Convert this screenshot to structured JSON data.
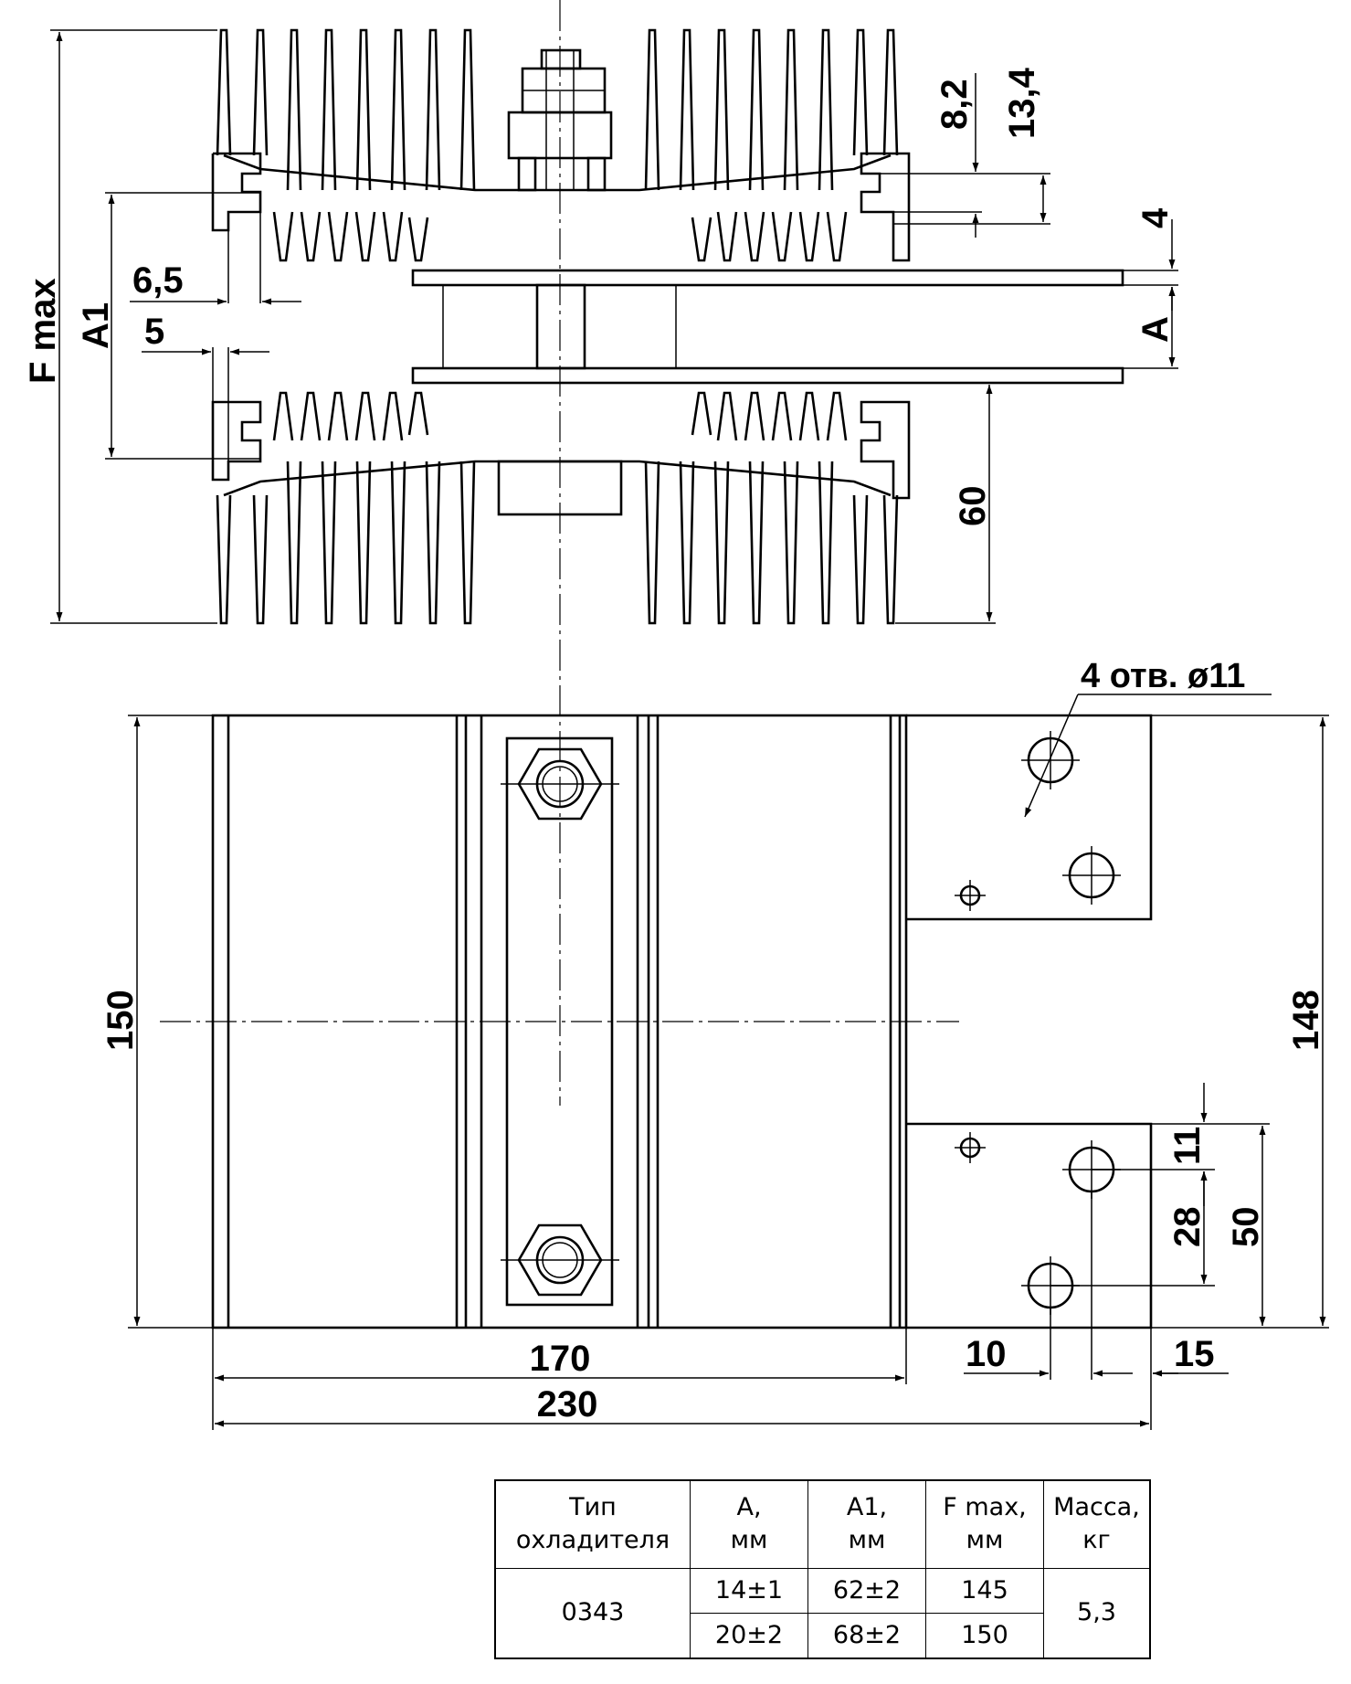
{
  "drawing": {
    "labels": {
      "fmax": "F max",
      "a1": "A1",
      "a": "A",
      "hole_note": "4 отв. ø11"
    },
    "dimensions": {
      "d_6_5": "6,5",
      "d_5": "5",
      "d_8_2": "8,2",
      "d_13_4": "13,4",
      "d_4": "4",
      "d_60": "60",
      "d_150": "150",
      "d_148": "148",
      "d_11": "11",
      "d_28": "28",
      "d_50": "50",
      "d_170": "170",
      "d_230": "230",
      "d_10": "10",
      "d_15": "15"
    }
  },
  "table": {
    "headers": [
      [
        "Тип",
        "охладителя"
      ],
      [
        "А,",
        "мм"
      ],
      [
        "А1,",
        "мм"
      ],
      [
        "F max,",
        "мм"
      ],
      [
        "Масса,",
        "кг"
      ]
    ],
    "rows": {
      "type": "0343",
      "mass": "5,3",
      "variants": [
        {
          "a": "14±1",
          "a1": "62±2",
          "fmax": "145"
        },
        {
          "a": "20±2",
          "a1": "68±2",
          "fmax": "150"
        }
      ]
    }
  }
}
